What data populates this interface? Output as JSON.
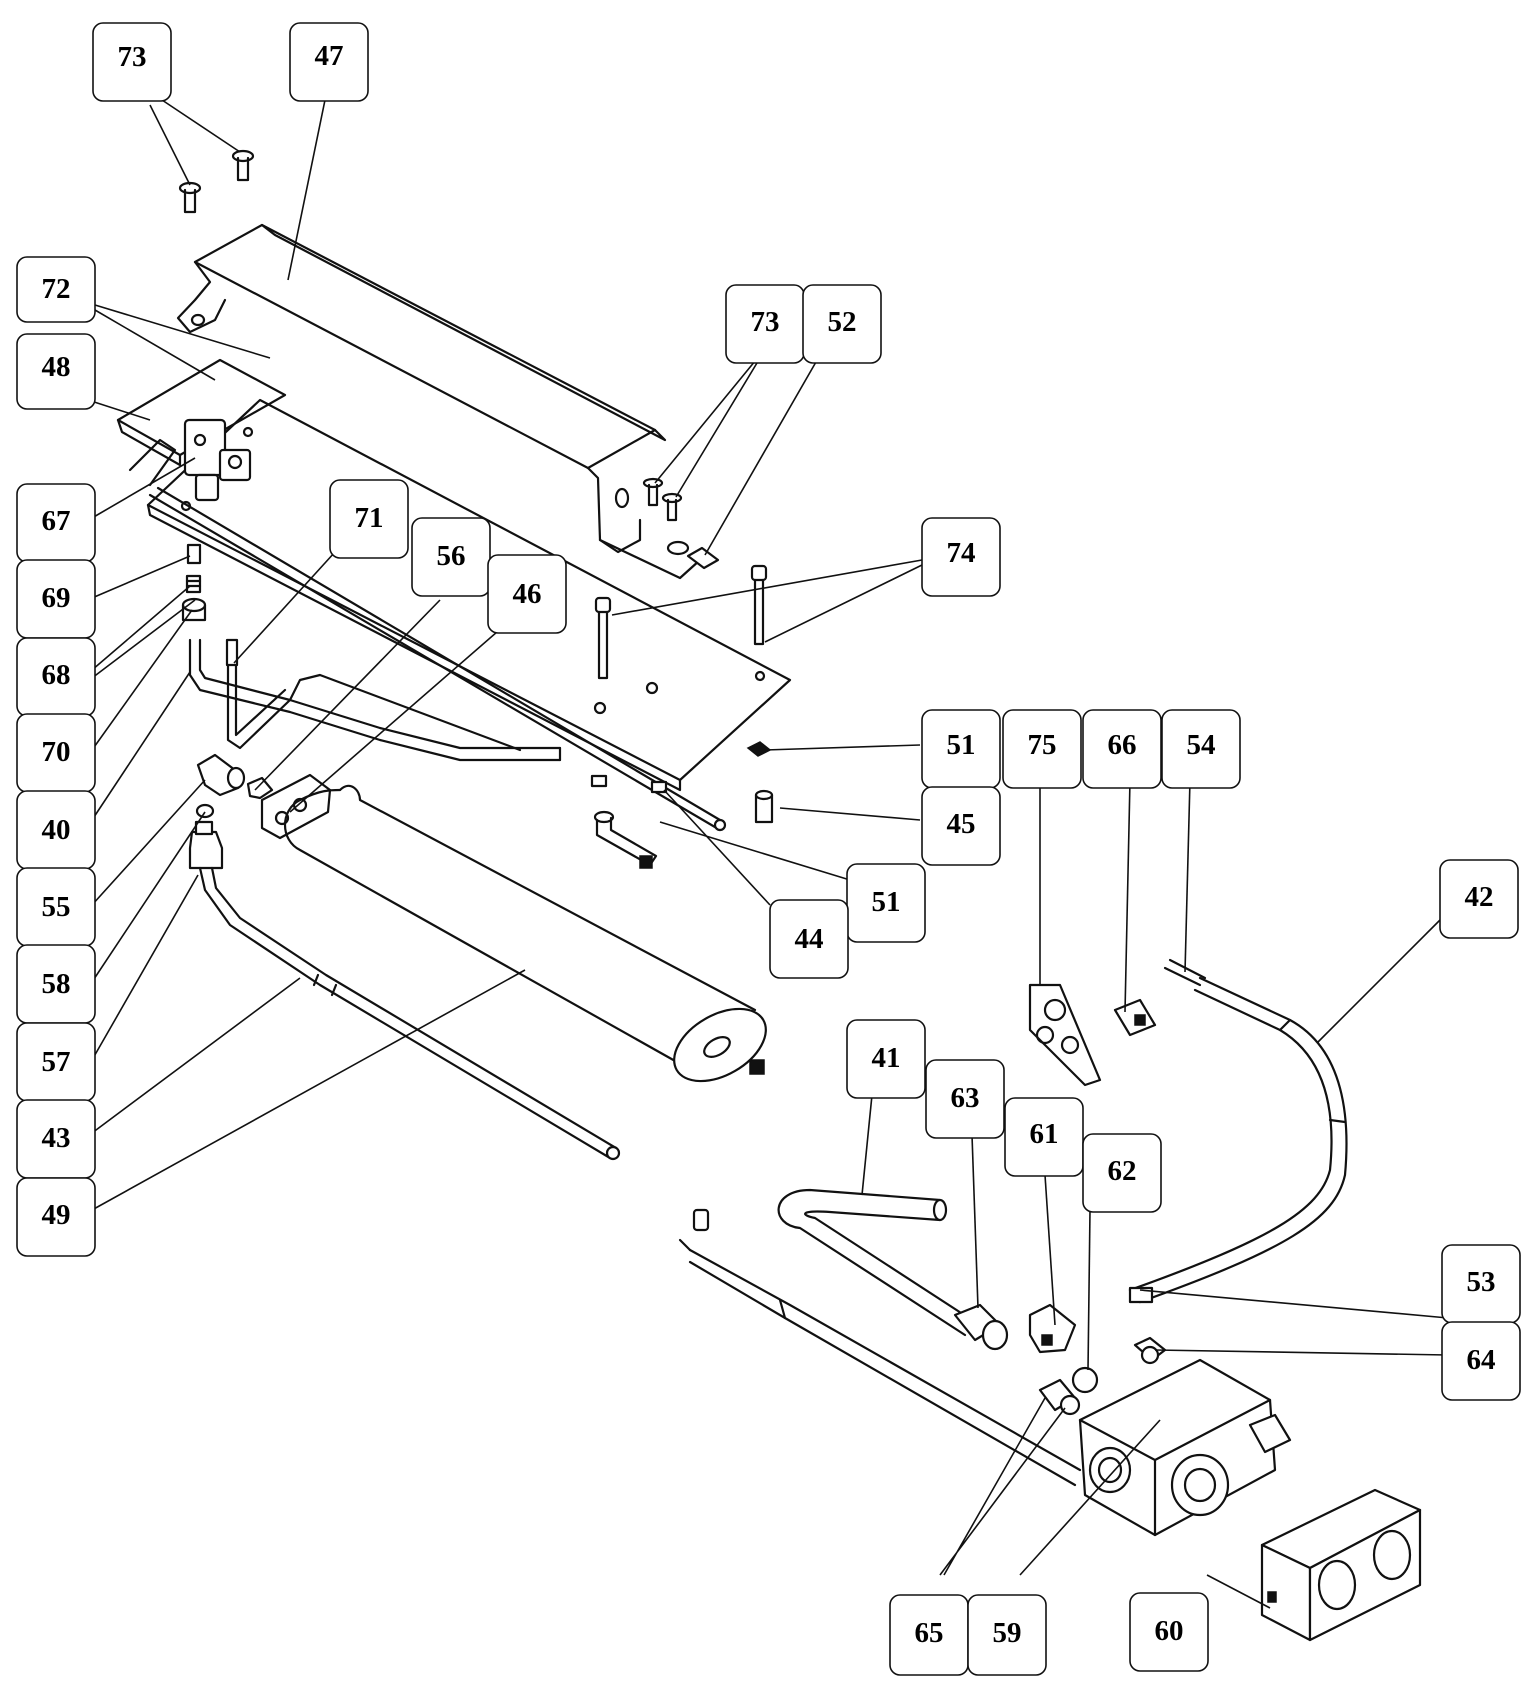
{
  "callouts": [
    {
      "id": "c73a",
      "label": "73"
    },
    {
      "id": "c47",
      "label": "47"
    },
    {
      "id": "c72",
      "label": "72"
    },
    {
      "id": "c48",
      "label": "48"
    },
    {
      "id": "c67",
      "label": "67"
    },
    {
      "id": "c69",
      "label": "69"
    },
    {
      "id": "c68",
      "label": "68"
    },
    {
      "id": "c70",
      "label": "70"
    },
    {
      "id": "c40",
      "label": "40"
    },
    {
      "id": "c55",
      "label": "55"
    },
    {
      "id": "c58",
      "label": "58"
    },
    {
      "id": "c57",
      "label": "57"
    },
    {
      "id": "c43",
      "label": "43"
    },
    {
      "id": "c49",
      "label": "49"
    },
    {
      "id": "c73b",
      "label": "73"
    },
    {
      "id": "c52",
      "label": "52"
    },
    {
      "id": "c74",
      "label": "74"
    },
    {
      "id": "c71",
      "label": "71"
    },
    {
      "id": "c56",
      "label": "56"
    },
    {
      "id": "c46",
      "label": "46"
    },
    {
      "id": "c51a",
      "label": "51"
    },
    {
      "id": "c45",
      "label": "45"
    },
    {
      "id": "c51b",
      "label": "51"
    },
    {
      "id": "c44",
      "label": "44"
    },
    {
      "id": "c75",
      "label": "75"
    },
    {
      "id": "c66",
      "label": "66"
    },
    {
      "id": "c54",
      "label": "54"
    },
    {
      "id": "c42",
      "label": "42"
    },
    {
      "id": "c41",
      "label": "41"
    },
    {
      "id": "c63",
      "label": "63"
    },
    {
      "id": "c61",
      "label": "61"
    },
    {
      "id": "c62",
      "label": "62"
    },
    {
      "id": "c53",
      "label": "53"
    },
    {
      "id": "c64",
      "label": "64"
    },
    {
      "id": "c65",
      "label": "65"
    },
    {
      "id": "c59",
      "label": "59"
    },
    {
      "id": "c60",
      "label": "60"
    }
  ]
}
